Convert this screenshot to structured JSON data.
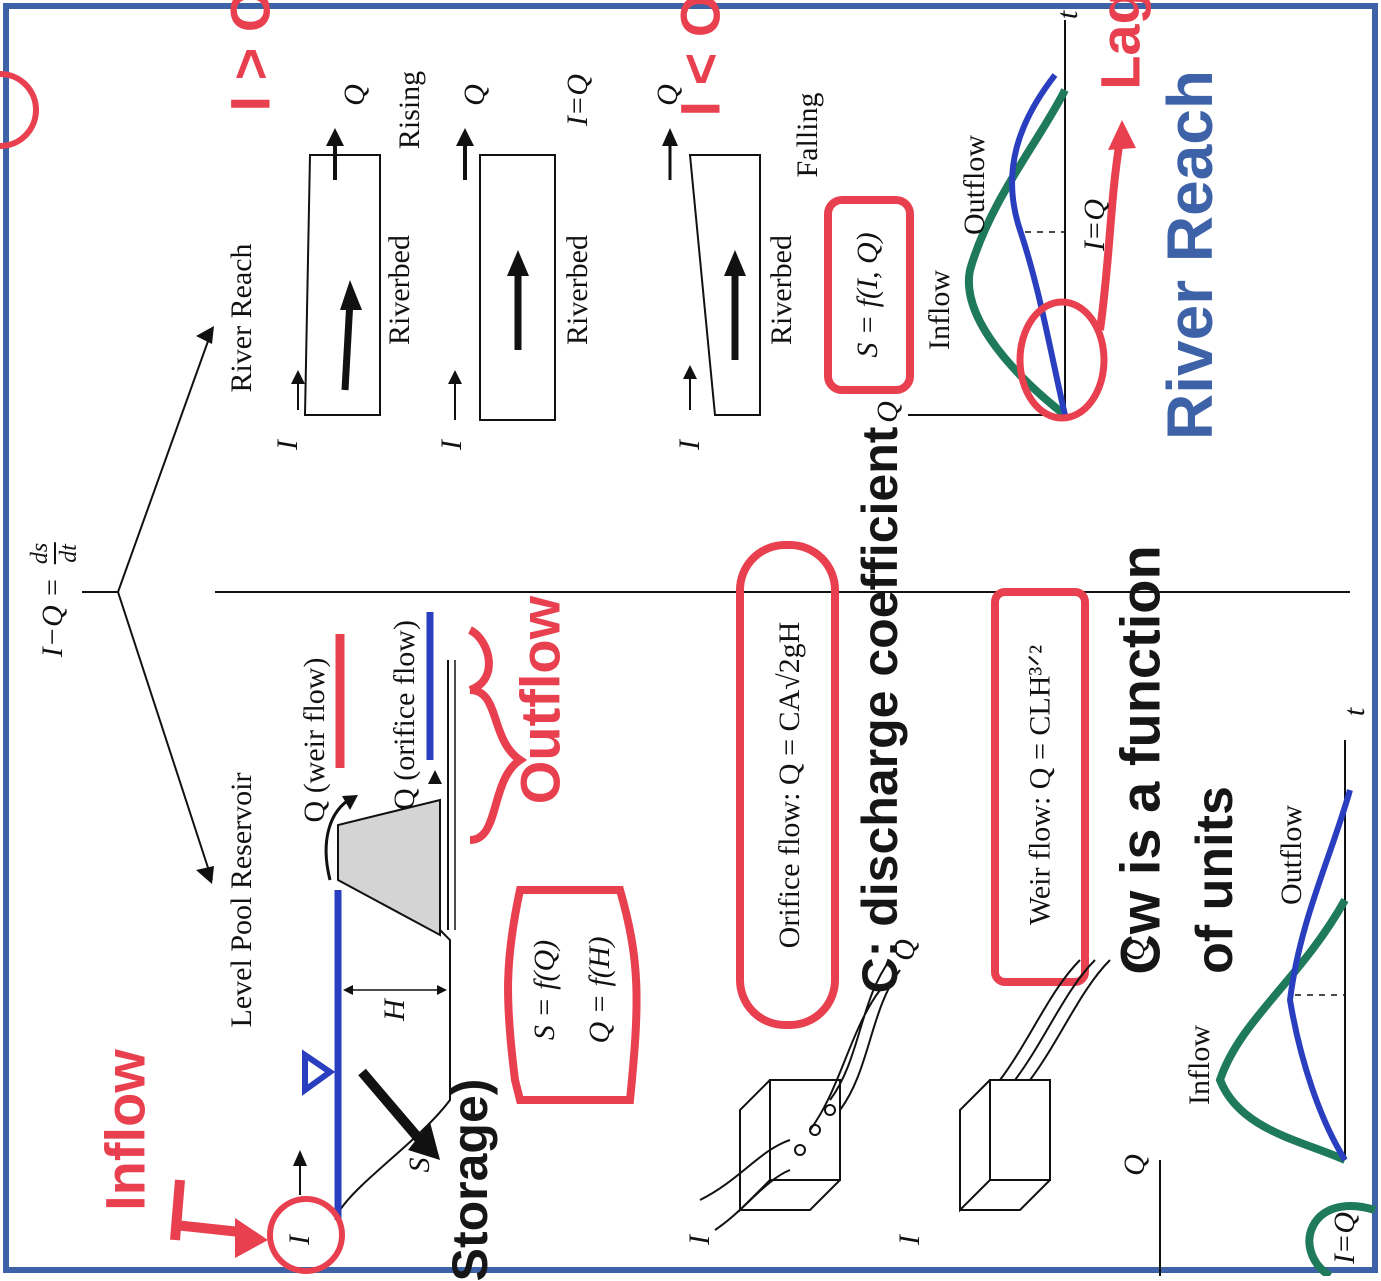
{
  "equation": {
    "lhs": "I−Q =",
    "num": "ds",
    "den": "dt"
  },
  "reservoir": {
    "title": "Level Pool Reservoir",
    "inflow_label": "I",
    "storage_label": "S",
    "head_label": "H",
    "weir_label": "Q (weir flow)",
    "orifice_label": "Q (orifice flow)",
    "relations": [
      "S = f(Q)",
      "Q = f(H)"
    ]
  },
  "orifice": {
    "formula": "Orifice flow: Q = CA√2gH",
    "inflow_label": "I",
    "outflow_label": "Q"
  },
  "weir": {
    "formula": "Weir flow: Q = CLH³ᐟ²",
    "inflow_label": "I",
    "outflow_label": "Q"
  },
  "reservoir_hydrograph": {
    "q_axis": "Q",
    "t_axis": "t",
    "inflow": "Inflow",
    "outflow": "Outflow",
    "equal": "I=Q"
  },
  "river": {
    "title": "River Reach",
    "panels": [
      {
        "inflow": "I",
        "bed": "Riverbed",
        "outflow": "Q",
        "state": "Rising"
      },
      {
        "inflow": "I",
        "bed": "Riverbed",
        "outflow": "Q",
        "state": "I=Q"
      },
      {
        "inflow": "I",
        "bed": "Riverbed",
        "outflow": "Q",
        "state": "Falling"
      }
    ],
    "relation": "S = f(I, Q)",
    "hydrograph": {
      "q_axis": "Q",
      "t_axis": "t",
      "inflow": "Inflow",
      "outflow": "Outflow",
      "equal": "I=Q"
    }
  },
  "annotations": {
    "inflow": "Inflow",
    "storage": "Storage)",
    "outflow": "Outflow",
    "discharge": "C: discharge coefficient",
    "cw_function": "Cw is a function",
    "units": "of units",
    "i_gt_o": "I > O",
    "i_lt_o": "I < O",
    "lag": "Lag",
    "river_reach": "River Reach"
  },
  "colors": {
    "frame": "#3d62a8",
    "annotation_red": "#e8404f",
    "water_blue": "#2a3fc0",
    "inflow_green": "#1f7a5c",
    "ink": "#111111",
    "brand_blue": "#3d62a8"
  }
}
